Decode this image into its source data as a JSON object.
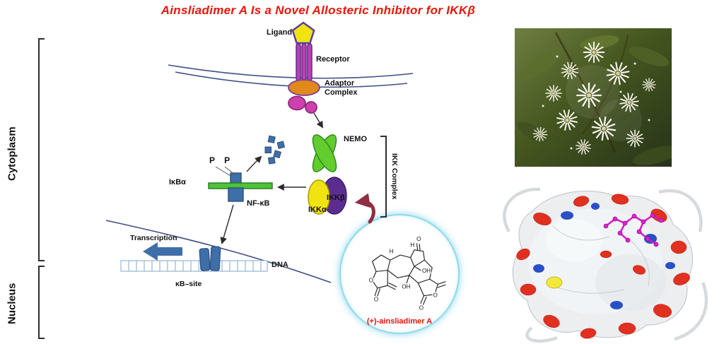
{
  "title": "Ainsliadimer A Is a Novel Allosteric Inhibitor for IKKβ",
  "compartments": {
    "cytoplasm": "Cytoplasm",
    "nucleus": "Nucleus"
  },
  "pathway": {
    "ligand": "Ligand",
    "receptor": "Receptor",
    "adaptor_complex": "Adaptor Complex",
    "nemo": "NEMO",
    "ikk_beta": "IKKβ",
    "ikk_alpha": "IKKα",
    "ikk_complex": "IKK Complex",
    "ikb_alpha": "IκBα",
    "nf_kb": "NF-κB",
    "phospho": "P P",
    "transcription": "Transcription",
    "dna": "DNA",
    "kb_site": "κB–site"
  },
  "inhibitor": {
    "name": "(+)-ainsliadimer A",
    "structure_labels": [
      "O",
      "O",
      "O",
      "O",
      "O",
      "OH",
      "OH",
      "H",
      "H"
    ]
  },
  "colors": {
    "title_red": "#ee1409",
    "steel_blue": "#3f6fa8",
    "ikba_green": "#4fc13a",
    "nemo_green": "#63cc2e",
    "ikkb_purple": "#5c2d91",
    "ikka_yellow": "#f0e312",
    "adaptor_orange": "#e2891b",
    "receptor_magenta": "#cf3fae",
    "inhibition_maroon": "#8e2f44",
    "circle_cyan": "#8fdbe9"
  }
}
